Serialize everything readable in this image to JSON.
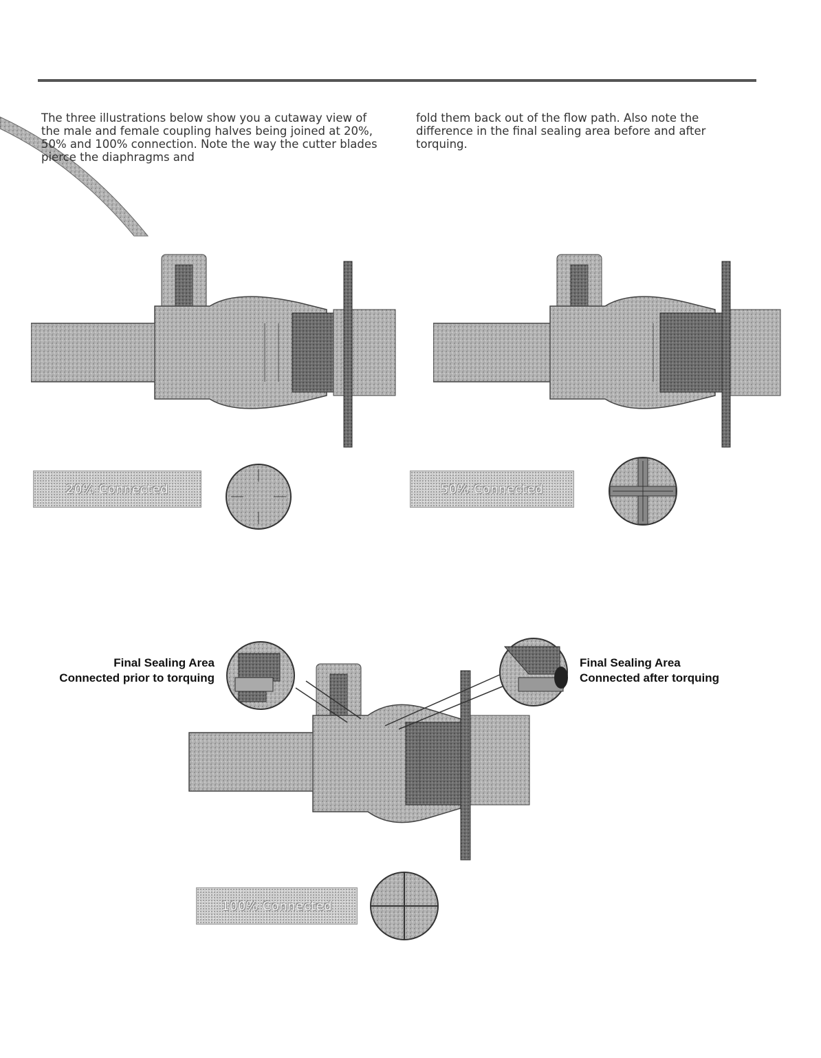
{
  "intro": {
    "left": "The three illustrations below show you a cutaway view of the male and female coupling halves being joined at 20%, 50% and 100% connection. Note the way the cutter blades pierce the diaphragms and",
    "right": "fold them back out of the flow path. Also note the difference in the final sealing area before and after torquing."
  },
  "figures": {
    "twenty": {
      "label": "20% Connected"
    },
    "fifty": {
      "label": "50% Connected"
    },
    "hundred": {
      "label": "100% Connected"
    }
  },
  "callouts": {
    "left": {
      "title": "Final Sealing Area",
      "subtitle": "Connected prior to torquing"
    },
    "right": {
      "title": "Final Sealing Area",
      "subtitle": "Connected after torquing"
    }
  }
}
